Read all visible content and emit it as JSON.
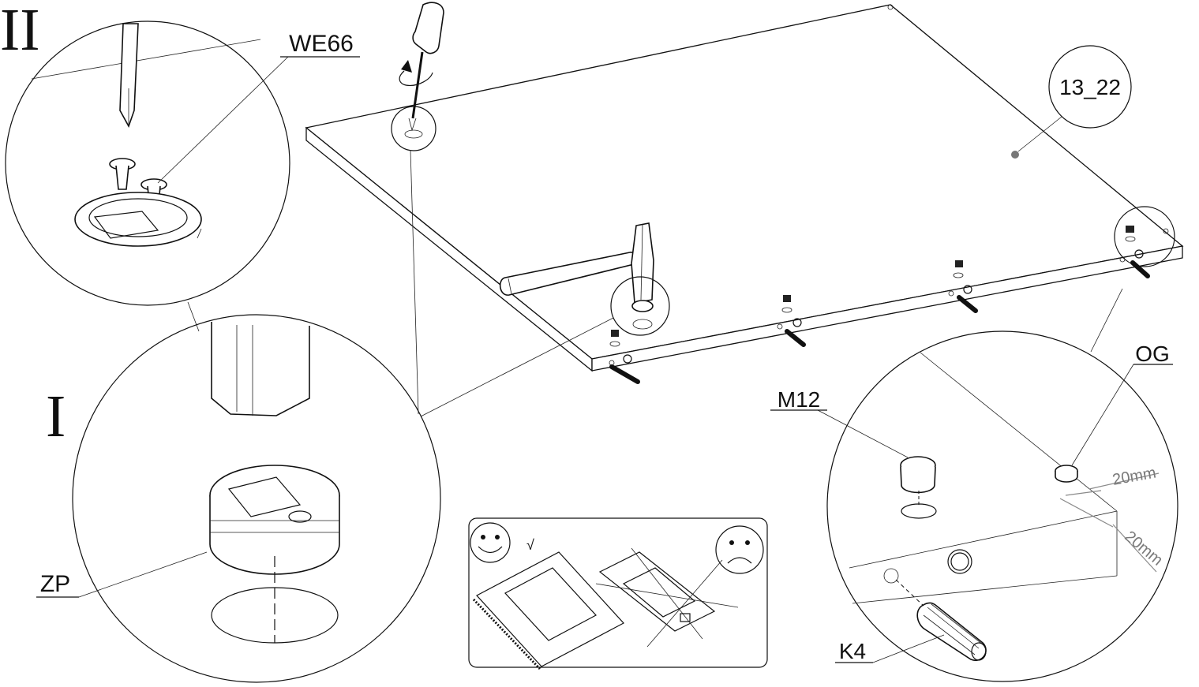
{
  "step_labels": {
    "step_two": "II",
    "step_one": "I"
  },
  "part_labels": {
    "screw": "WE66",
    "cam_housing_top": "ZP",
    "panel": "13_22",
    "cam_lock": "M12",
    "hole_marker": "OG",
    "dowel": "K4"
  },
  "dimensions": {
    "offset_top": "20mm",
    "offset_edge": "20mm"
  },
  "tools": [
    "screwdriver-icon",
    "hammer-icon"
  ],
  "faces": {
    "correct": "smiley-face-icon",
    "correct_mark": "√",
    "wrong": "sad-face-icon"
  },
  "colors": {
    "line": "#111111",
    "dimension": "#8a8a8a",
    "marker_dot": "#777777"
  }
}
